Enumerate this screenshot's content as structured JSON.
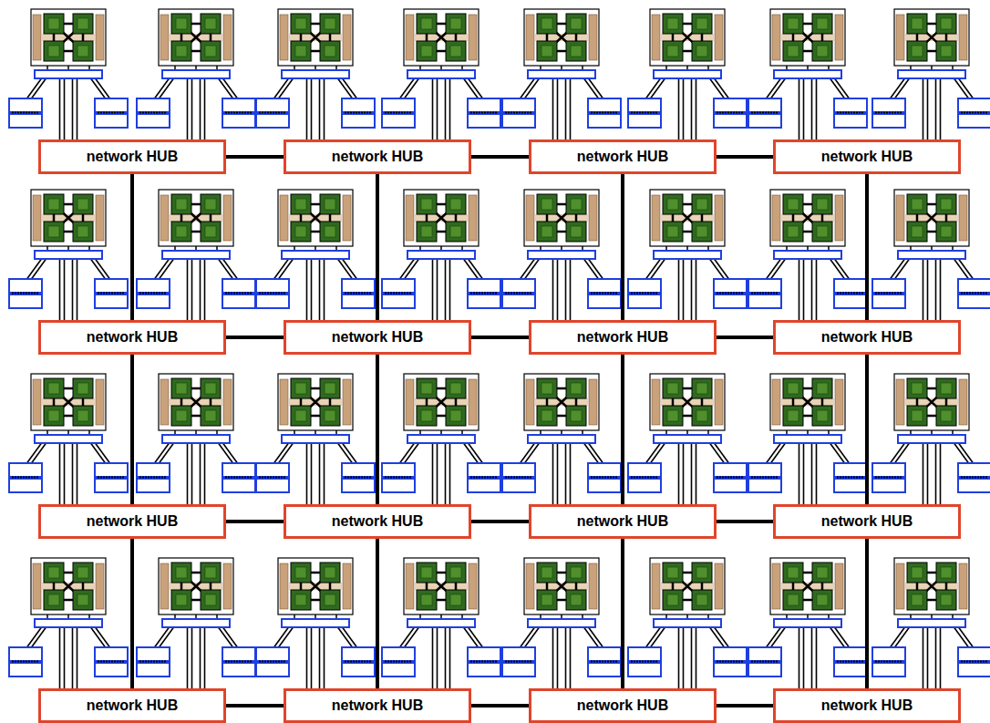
{
  "diagram": {
    "nodes": [
      {
        "text": [
          "network HUB"
        ]
      },
      {
        "text": [
          "network HUB"
        ]
      },
      {
        "text": [
          "network HUB"
        ]
      },
      {
        "text": [
          "network HUB"
        ]
      },
      {
        "text": [
          "network HUB"
        ]
      },
      {
        "text": [
          "network HUB"
        ]
      },
      {
        "text": [
          "network HUB"
        ]
      },
      {
        "text": [
          "network HUB"
        ]
      },
      {
        "text": [
          "network HUB"
        ]
      },
      {
        "text": [
          "network HUB"
        ]
      },
      {
        "text": [
          "network HUB"
        ]
      },
      {
        "text": [
          "network HUB"
        ]
      },
      {
        "text": [
          "network HUB"
        ]
      },
      {
        "text": [
          "network HUB"
        ]
      },
      {
        "text": [
          "network HUB"
        ]
      },
      {
        "text": [
          "network HUB"
        ]
      }
    ],
    "edges": [
      {
        "from": 0,
        "to": 1,
        "arrow": "none"
      },
      {
        "from": 1,
        "to": 2,
        "arrow": "none"
      },
      {
        "from": 2,
        "to": 3,
        "arrow": "none"
      },
      {
        "from": 4,
        "to": 5,
        "arrow": "none"
      },
      {
        "from": 5,
        "to": 6,
        "arrow": "none"
      },
      {
        "from": 6,
        "to": 7,
        "arrow": "none"
      },
      {
        "from": 8,
        "to": 9,
        "arrow": "none"
      },
      {
        "from": 9,
        "to": 10,
        "arrow": "none"
      },
      {
        "from": 10,
        "to": 11,
        "arrow": "none"
      },
      {
        "from": 12,
        "to": 13,
        "arrow": "none"
      },
      {
        "from": 13,
        "to": 14,
        "arrow": "none"
      },
      {
        "from": 14,
        "to": 15,
        "arrow": "none"
      },
      {
        "from": 0,
        "to": 4,
        "arrow": "none"
      },
      {
        "from": 4,
        "to": 8,
        "arrow": "none"
      },
      {
        "from": 8,
        "to": 12,
        "arrow": "none"
      },
      {
        "from": 1,
        "to": 5,
        "arrow": "none"
      },
      {
        "from": 5,
        "to": 9,
        "arrow": "none"
      },
      {
        "from": 9,
        "to": 13,
        "arrow": "none"
      },
      {
        "from": 2,
        "to": 6,
        "arrow": "none"
      },
      {
        "from": 6,
        "to": 10,
        "arrow": "none"
      },
      {
        "from": 10,
        "to": 14,
        "arrow": "none"
      },
      {
        "from": 3,
        "to": 7,
        "arrow": "none"
      },
      {
        "from": 7,
        "to": 11,
        "arrow": "none"
      },
      {
        "from": 11,
        "to": 15,
        "arrow": "none"
      }
    ]
  }
}
